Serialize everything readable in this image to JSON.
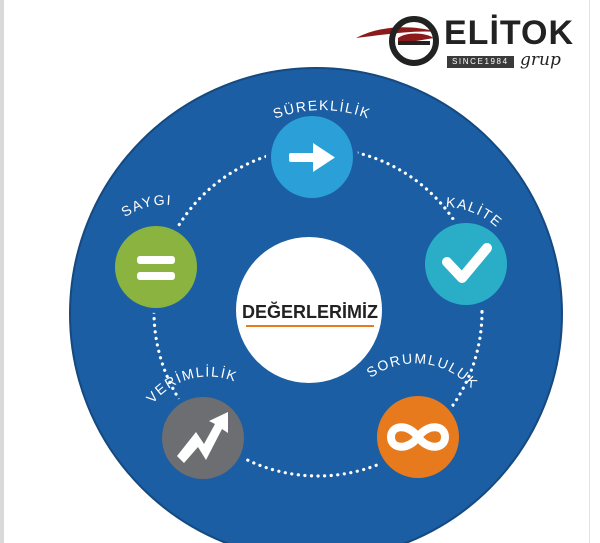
{
  "logo": {
    "word": "ELİTOK",
    "since": "SINCE1984",
    "group": "grup"
  },
  "center": {
    "title": "DEĞERLERİMİZ"
  },
  "values": [
    {
      "label": "SÜREKLİLİK",
      "icon": "arrow-right-icon",
      "color": "#2a9fd8"
    },
    {
      "label": "KALİTE",
      "icon": "checkmark-icon",
      "color": "#2aaec8"
    },
    {
      "label": "SORUMLULUK",
      "icon": "infinity-icon",
      "color": "#e87a1e"
    },
    {
      "label": "VERİMLİLİK",
      "icon": "trend-up-arrow-icon",
      "color": "#6d6e71"
    },
    {
      "label": "SAYGI",
      "icon": "equals-icon",
      "color": "#8ab43f"
    }
  ],
  "colors": {
    "wheel": "#1b5ea3",
    "wheel_edge": "#15497f",
    "center_underline": "#e87a1e",
    "logo_red": "#8b1a1a"
  }
}
